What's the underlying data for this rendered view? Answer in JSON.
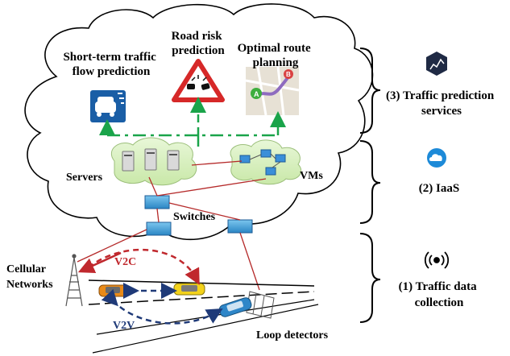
{
  "services": {
    "traffic_flow": [
      "Short-term traffic",
      "flow prediction"
    ],
    "road_risk": [
      "Road risk",
      "prediction"
    ],
    "route_planning": [
      "Optimal route",
      "planning"
    ]
  },
  "cloud": {
    "servers": "Servers",
    "vms": "VMs",
    "switches": "Switches"
  },
  "ground": {
    "cellular": [
      "Cellular",
      "Networks"
    ],
    "v2c": "V2C",
    "v2v": "V2V",
    "loop_detectors": "Loop detectors"
  },
  "layers": [
    {
      "lines": [
        "(3) Traffic prediction",
        "services"
      ],
      "icon": "chart-icon"
    },
    {
      "lines": [
        "(2)  IaaS"
      ],
      "icon": "cloud-icon"
    },
    {
      "lines": [
        "(1) Traffic data",
        "collection"
      ],
      "icon": "wireless-signal-icon"
    }
  ],
  "colors": {
    "green_link": "#1aa44a",
    "red_link": "#c0282d",
    "blue_link": "#1f3a78",
    "cloud_fill": "#dff2c8"
  }
}
